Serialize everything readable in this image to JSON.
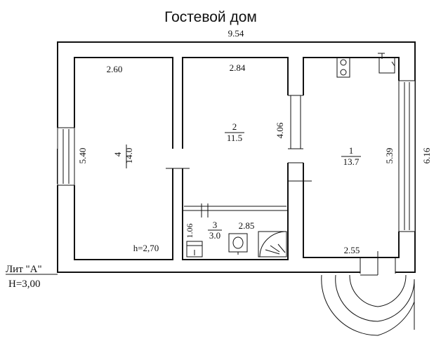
{
  "title": "Гостевой дом",
  "overall": {
    "width": "9.54",
    "depth": "6.16"
  },
  "rooms": [
    {
      "number": "1",
      "area": "13.7",
      "width": "2.55",
      "length": "5.39"
    },
    {
      "number": "2",
      "area": "11.5",
      "width": "2.84",
      "length": "4.06"
    },
    {
      "number": "3",
      "area": "3.0",
      "width": "2.85",
      "length": "1.06"
    },
    {
      "number": "4",
      "area": "14.0",
      "width": "2.60",
      "length": "5.40"
    }
  ],
  "room_height": "h=2,70",
  "building": {
    "lit": "Лит  \"А\"",
    "height": "H=3,00"
  }
}
